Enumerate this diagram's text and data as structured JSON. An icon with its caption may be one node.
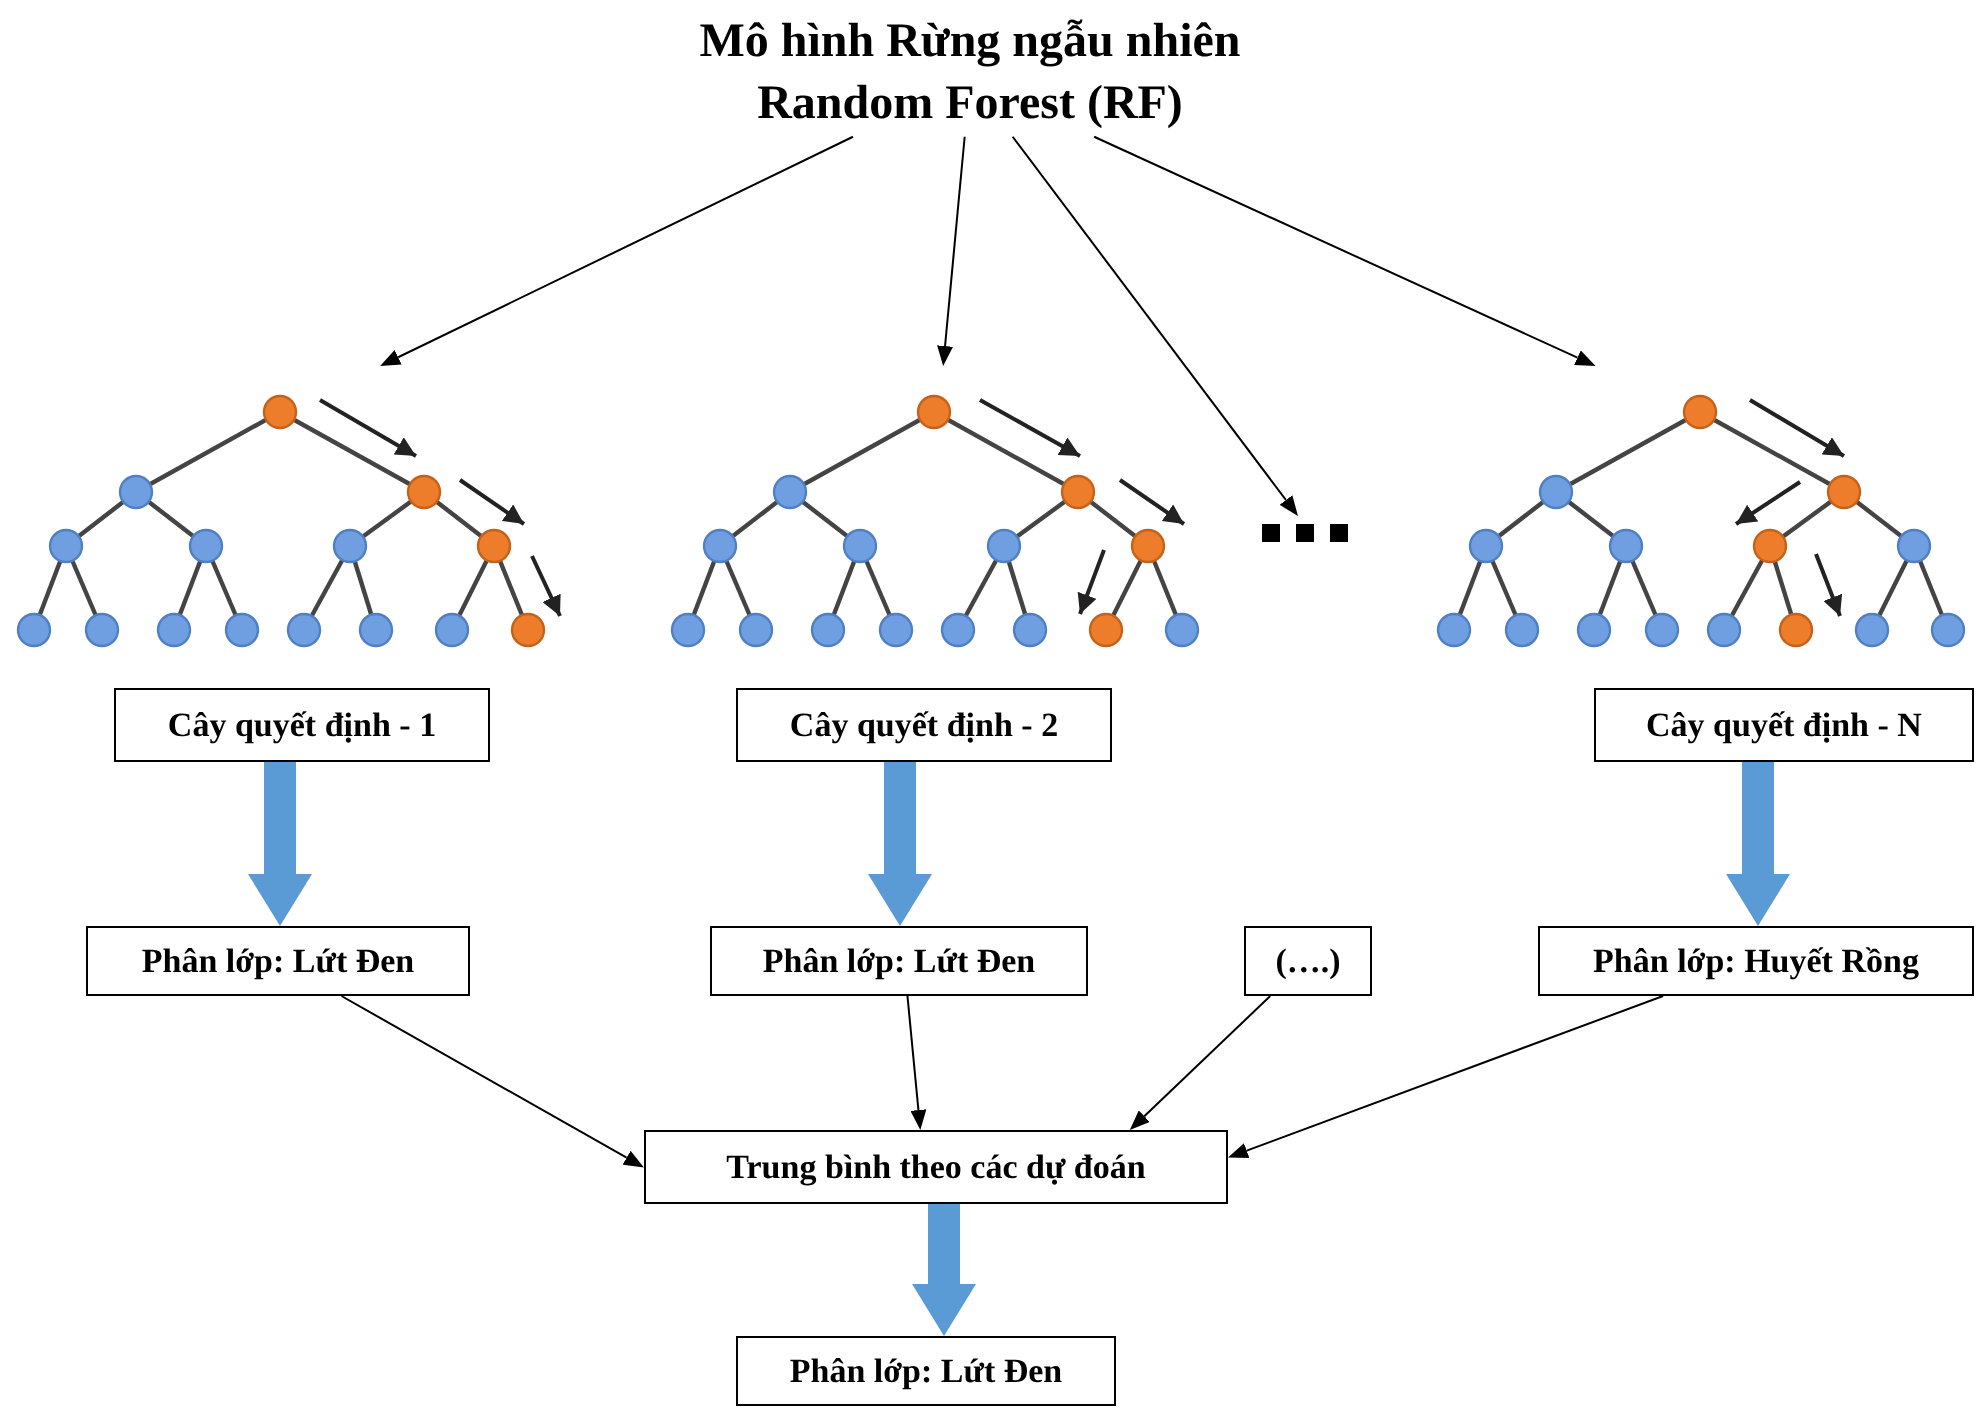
{
  "diagram": {
    "nodes": [
      {
        "text": [
          "Mô hình Rừng ngẫu nhiên Random Forest (RF)"
        ]
      },
      {
        "text": [],
        "shape": "picture"
      },
      {
        "text": [],
        "shape": "picture"
      },
      {
        "text": [],
        "shape": "dots"
      },
      {
        "text": [],
        "shape": "picture"
      },
      {
        "text": [
          "Cây quyết định - 1"
        ]
      },
      {
        "text": [
          "Cây quyết định - 2"
        ]
      },
      {
        "text": [
          "Cây quyết định - N"
        ]
      },
      {
        "text": [
          "Phân lớp: Lứt Đen"
        ]
      },
      {
        "text": [
          "Phân lớp: Lứt Đen"
        ]
      },
      {
        "text": [
          "(….)"
        ]
      },
      {
        "text": [
          "Phân lớp: Huyết Rồng"
        ]
      },
      {
        "text": [
          "Trung bình theo các dự đoán"
        ]
      },
      {
        "text": [
          "Phân lớp: Lứt Đen"
        ]
      }
    ],
    "edges": [
      {
        "from": 0,
        "to": 1,
        "arrow": "to"
      },
      {
        "from": 0,
        "to": 2,
        "arrow": "to"
      },
      {
        "from": 0,
        "to": 3,
        "arrow": "to"
      },
      {
        "from": 0,
        "to": 4,
        "arrow": "to"
      },
      {
        "from": 5,
        "to": 8,
        "arrow": "to",
        "style": "thick",
        "color": "#5b9bd5"
      },
      {
        "from": 6,
        "to": 9,
        "arrow": "to",
        "style": "thick",
        "color": "#5b9bd5"
      },
      {
        "from": 7,
        "to": 11,
        "arrow": "to",
        "style": "thick",
        "color": "#5b9bd5"
      },
      {
        "from": 8,
        "to": 12,
        "arrow": "to"
      },
      {
        "from": 9,
        "to": 12,
        "arrow": "to"
      },
      {
        "from": 10,
        "to": 12,
        "arrow": "to"
      },
      {
        "from": 11,
        "to": 12,
        "arrow": "to"
      },
      {
        "from": 12,
        "to": 13,
        "arrow": "to",
        "style": "thick",
        "color": "#5b9bd5"
      }
    ]
  }
}
